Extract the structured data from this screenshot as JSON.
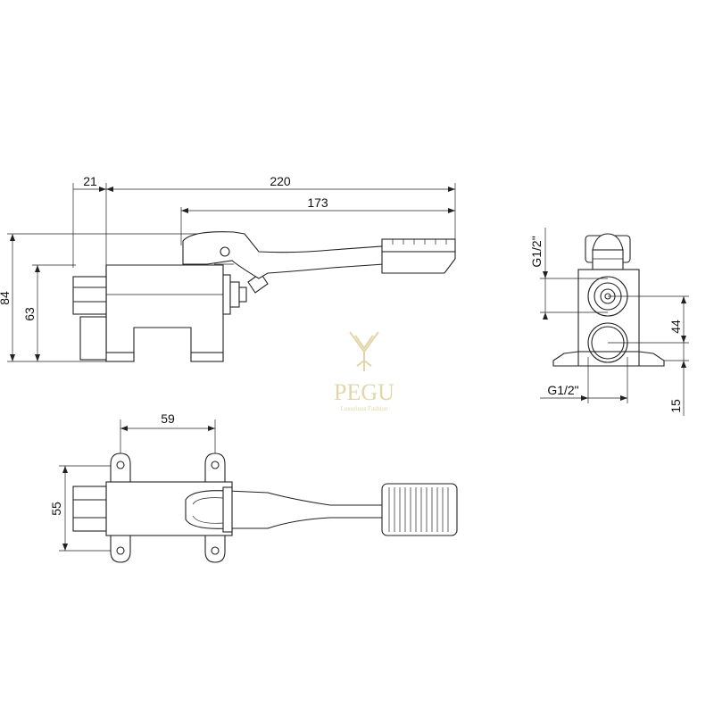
{
  "dimensions": {
    "side_width_small": "21",
    "overall_length": "220",
    "pedal_length": "173",
    "overall_height": "84",
    "body_height": "63",
    "top_width": "59",
    "top_depth": "55",
    "thread_upper": "G1/2\"",
    "thread_lower": "G1/2\"",
    "port_spacing": "44",
    "port_height": "15"
  },
  "watermark": {
    "brand": "PEGU",
    "tagline": "Luxurious Fashion",
    "color": "#e2d6a8"
  },
  "line_color": "#222222"
}
